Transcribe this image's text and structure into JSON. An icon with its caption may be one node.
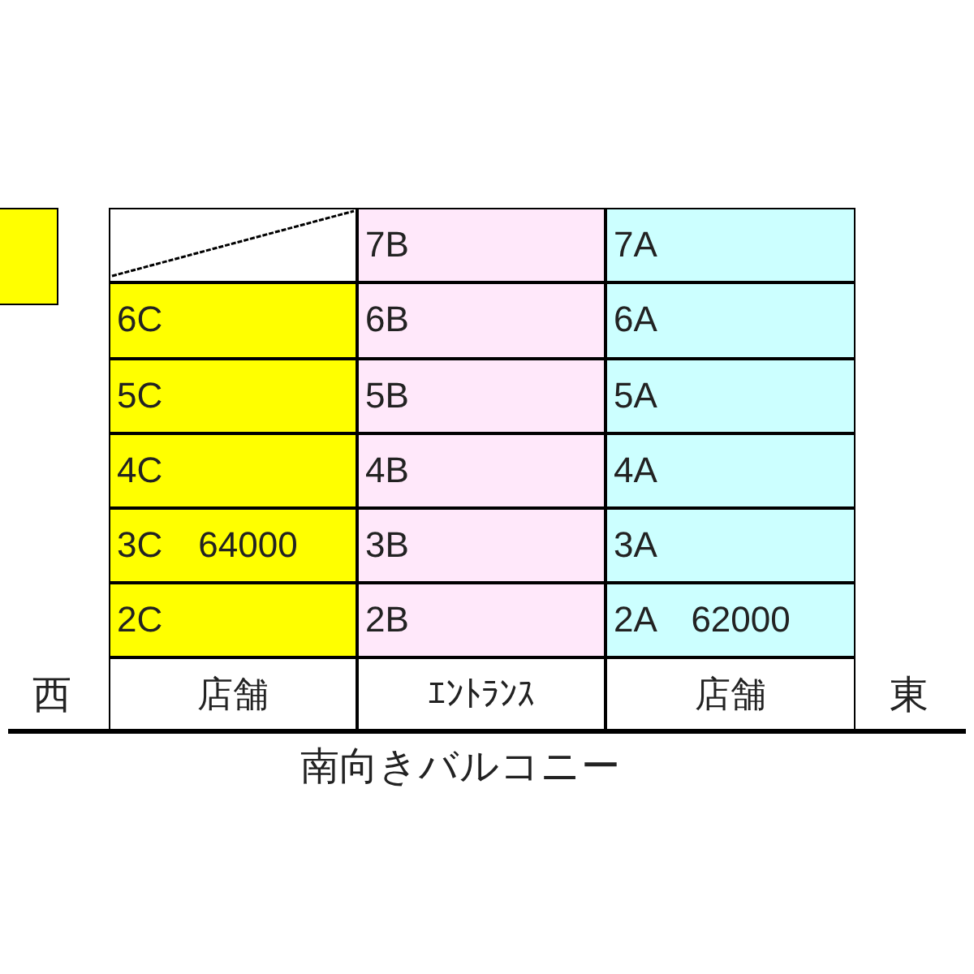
{
  "diagram": {
    "nodes": [
      {
        "text": [],
        "shape": "box"
      },
      {
        "text": [],
        "shape": "box"
      },
      {
        "text": [
          "7B"
        ]
      },
      {
        "text": [
          "7A"
        ]
      },
      {
        "text": [
          "6C"
        ]
      },
      {
        "text": [
          "6B"
        ]
      },
      {
        "text": [
          "6A"
        ]
      },
      {
        "text": [
          "5C"
        ]
      },
      {
        "text": [
          "5B"
        ]
      },
      {
        "text": [
          "5A"
        ]
      },
      {
        "text": [
          "4C"
        ]
      },
      {
        "text": [
          "4B"
        ]
      },
      {
        "text": [
          "4A"
        ]
      },
      {
        "text": [
          "3C　64000"
        ]
      },
      {
        "text": [
          "3B"
        ]
      },
      {
        "text": [
          "3A"
        ]
      },
      {
        "text": [
          "2C"
        ]
      },
      {
        "text": [
          "2B"
        ]
      },
      {
        "text": [
          "2A　62000"
        ]
      },
      {
        "text": [
          "店舗"
        ]
      },
      {
        "text": [
          "ｴﾝﾄﾗﾝｽ"
        ]
      },
      {
        "text": [
          "店舗"
        ]
      }
    ],
    "labels": [
      "西",
      "東",
      "南向きバルコニー"
    ]
  }
}
